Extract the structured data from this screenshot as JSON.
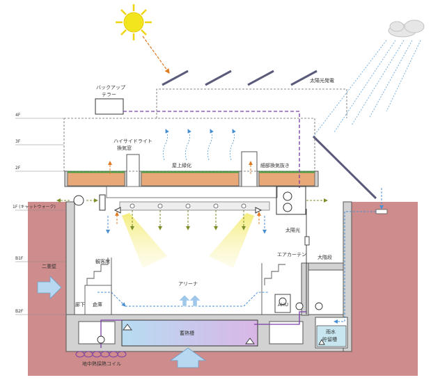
{
  "labels": {
    "solar_power": "太陽光発電",
    "backup_tank_l1": "バックアップ",
    "backup_tank_l2": "テラー",
    "highside_light_l1": "ハイサイドライト",
    "highside_light_l2": "換気窓",
    "roof_greening": "屋上緑化",
    "exhaust_fan": "細部換気抜き",
    "sunlight": "太陽光",
    "air_curtain": "エアカーテン",
    "aircon": "AHU",
    "outer_stair": "大階段",
    "arena": "アリーナ",
    "seating_stand": "観客席",
    "basement_corridor": "廊下",
    "storage": "倉庫",
    "second_corridor": "二重壁",
    "heat_storage_tank": "蓄熱槽",
    "rain_tank_l1": "雨水",
    "rain_tank_l2": "貯留槽",
    "underground_coil": "地中熱採熱コイル"
  },
  "levels": [
    "4F",
    "3F",
    "2F",
    "1F (キャットウォーク)",
    "B1F",
    "B2F"
  ],
  "colors": {
    "ground": "#cf8c8c",
    "concrete": "#d2d2d2",
    "tank_gradient_start": "#b7dcf2",
    "tank_gradient_end": "#d9b6e6",
    "green_roof": "#4f9c48",
    "soil": "#e9a878",
    "purple_duct": "#7a3da6",
    "sun": "#f3e51d",
    "light_beam": "#f6f09a",
    "orange_arrow": "#e07b24",
    "blue_arrow": "#4b8fd3"
  }
}
